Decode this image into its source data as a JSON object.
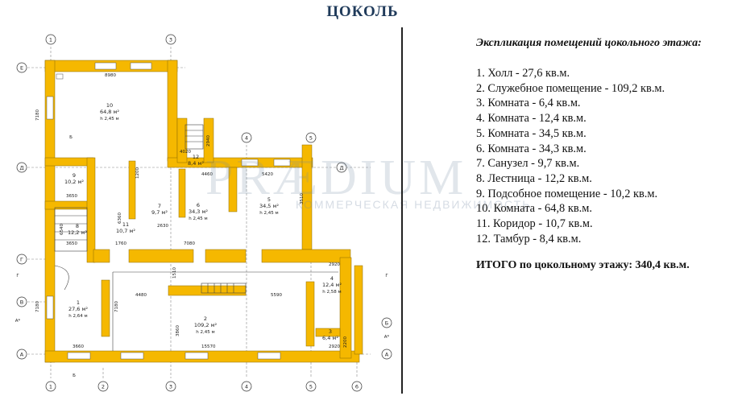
{
  "title": "ЦОКОЛЬ",
  "legend": {
    "heading": "Экспликация помещений цокольного этажа:",
    "items": [
      "1. Холл - 27,6  кв.м.",
      "2. Служебное помещение - 109,2 кв.м.",
      "3. Комната - 6,4  кв.м.",
      "4. Комната - 12,4  кв.м.",
      "5. Комната - 34,5  кв.м.",
      "6. Комната - 34,3  кв.м.",
      "7. Санузел - 9,7   кв.м.",
      "8. Лестница - 12,2 кв.м.",
      "9. Подсобное помещение - 10,2 кв.м.",
      "10. Комната - 64,8 кв.м.",
      "11. Коридор - 10,7 кв.м.",
      "12. Тамбур - 8,4  кв.м."
    ],
    "total": "ИТОГО по цокольному этажу: 340,4 кв.м."
  },
  "watermark": {
    "brand": "PRÆDIUM",
    "subtitle": "КОММЕРЧЕСКАЯ НЕДВИЖИМОСТЬ"
  },
  "plan": {
    "axes_top": [
      "1",
      "3"
    ],
    "axes_bottom": [
      "1",
      "2",
      "3",
      "4",
      "5",
      "6"
    ],
    "axes_mid": [
      "4",
      "5"
    ],
    "axes_left": [
      "Е",
      "Д",
      "Г",
      "В",
      "А"
    ],
    "axes_right": [
      "Д",
      "Б",
      "А"
    ],
    "section_marks": [
      "Г",
      "Г",
      "А*",
      "А*",
      "Б",
      "Б"
    ],
    "rooms": [
      {
        "num": "1",
        "area": "27,6 м²",
        "height": "h  2,64 м"
      },
      {
        "num": "2",
        "area": "109,2 м²",
        "height": "h  2,45 м"
      },
      {
        "num": "3",
        "area": "6,4 м²",
        "height": ""
      },
      {
        "num": "4",
        "area": "12,4 м²",
        "height": "h  2,58 м"
      },
      {
        "num": "5",
        "area": "34,5 м²",
        "height": "h  2,45 м"
      },
      {
        "num": "6",
        "area": "34,3 м²",
        "height": "h  2,45 м"
      },
      {
        "num": "7",
        "area": "9,7 м²",
        "height": ""
      },
      {
        "num": "8",
        "area": "12,2 м²",
        "height": ""
      },
      {
        "num": "9",
        "area": "10,2 м²",
        "height": ""
      },
      {
        "num": "10",
        "area": "64,8 м²",
        "height": "h  2,45 м"
      },
      {
        "num": "11",
        "area": "10,7 м²",
        "height": ""
      },
      {
        "num": "12",
        "area": "8,4 м²",
        "height": ""
      }
    ],
    "dimensions": [
      "8980",
      "7180",
      "3650",
      "3650",
      "1760",
      "4460",
      "5420",
      "2630",
      "7080",
      "4020",
      "2940",
      "4480",
      "5590",
      "15570",
      "3660",
      "2920",
      "2920",
      "7180",
      "7180",
      "3860",
      "2200",
      "1200",
      "1510",
      "6540",
      "6360",
      "3510"
    ]
  },
  "colors": {
    "wall": "#f5b800",
    "title": "#1f3a5a",
    "line": "#333333"
  }
}
